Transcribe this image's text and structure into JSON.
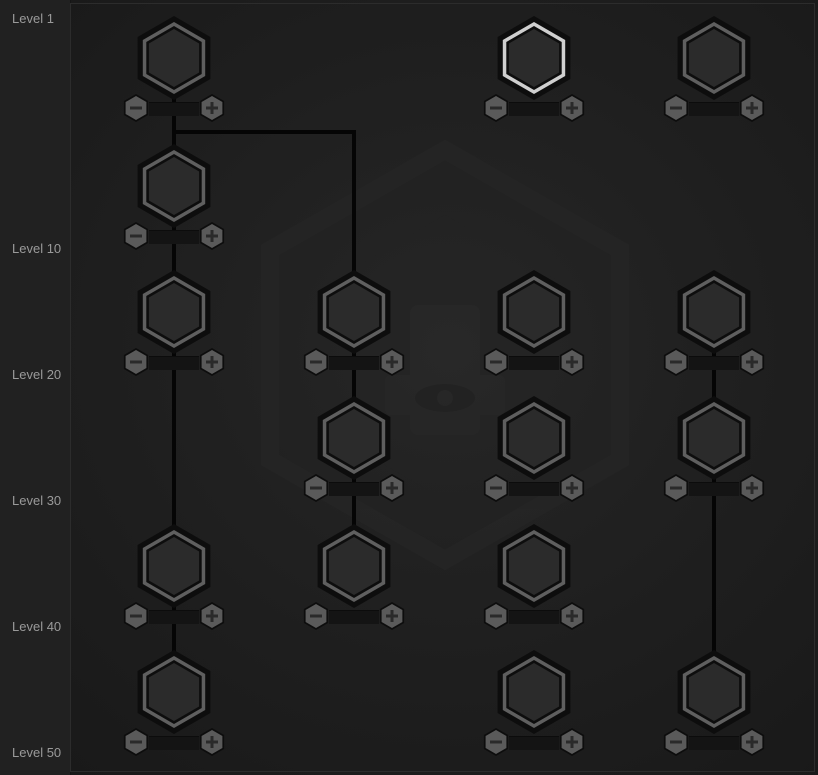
{
  "level_labels": [
    "Level 1",
    "Level 10",
    "Level 20",
    "Level 30",
    "Level 40",
    "Level 50"
  ],
  "colors": {
    "background": "#1c1c1c",
    "node_fill": "#2b2b2b",
    "node_border": "#0d0d0d",
    "node_rim": "#5f5f5f",
    "node_highlight": "#cfcfcf",
    "button_fill": "#5a5a5a",
    "button_glyph": "#2a2a2a",
    "connector": "#050505"
  },
  "nodes": [
    {
      "id": "c1-level1",
      "column": 1,
      "tier": "Level 1",
      "highlighted": false
    },
    {
      "id": "c1-level10",
      "column": 1,
      "tier": "Level 10",
      "highlighted": false
    },
    {
      "id": "c1-level20",
      "column": 1,
      "tier": "Level 20",
      "highlighted": false
    },
    {
      "id": "c1-level40",
      "column": 1,
      "tier": "Level 40",
      "highlighted": false
    },
    {
      "id": "c1-level50",
      "column": 1,
      "tier": "Level 50",
      "highlighted": false
    },
    {
      "id": "c2-level20",
      "column": 2,
      "tier": "Level 20",
      "highlighted": false
    },
    {
      "id": "c2-level30",
      "column": 2,
      "tier": "Level 30",
      "highlighted": false
    },
    {
      "id": "c2-level40",
      "column": 2,
      "tier": "Level 40",
      "highlighted": false
    },
    {
      "id": "c3-level1",
      "column": 3,
      "tier": "Level 1",
      "highlighted": true
    },
    {
      "id": "c3-level20",
      "column": 3,
      "tier": "Level 20",
      "highlighted": false
    },
    {
      "id": "c3-level30",
      "column": 3,
      "tier": "Level 30",
      "highlighted": false
    },
    {
      "id": "c3-level40",
      "column": 3,
      "tier": "Level 40",
      "highlighted": false
    },
    {
      "id": "c3-level50",
      "column": 3,
      "tier": "Level 50",
      "highlighted": false
    },
    {
      "id": "c4-level1",
      "column": 4,
      "tier": "Level 1",
      "highlighted": false
    },
    {
      "id": "c4-level20",
      "column": 4,
      "tier": "Level 20",
      "highlighted": false
    },
    {
      "id": "c4-level30",
      "column": 4,
      "tier": "Level 30",
      "highlighted": false
    },
    {
      "id": "c4-level50",
      "column": 4,
      "tier": "Level 50",
      "highlighted": false
    }
  ],
  "connections": [
    [
      "c1-level1",
      "c1-level10"
    ],
    [
      "c1-level1",
      "c2-level20"
    ],
    [
      "c1-level10",
      "c1-level20"
    ],
    [
      "c1-level20",
      "c1-level40"
    ],
    [
      "c1-level40",
      "c1-level50"
    ],
    [
      "c2-level20",
      "c2-level30"
    ],
    [
      "c2-level30",
      "c2-level40"
    ],
    [
      "c4-level20",
      "c4-level30"
    ],
    [
      "c4-level30",
      "c4-level50"
    ]
  ]
}
